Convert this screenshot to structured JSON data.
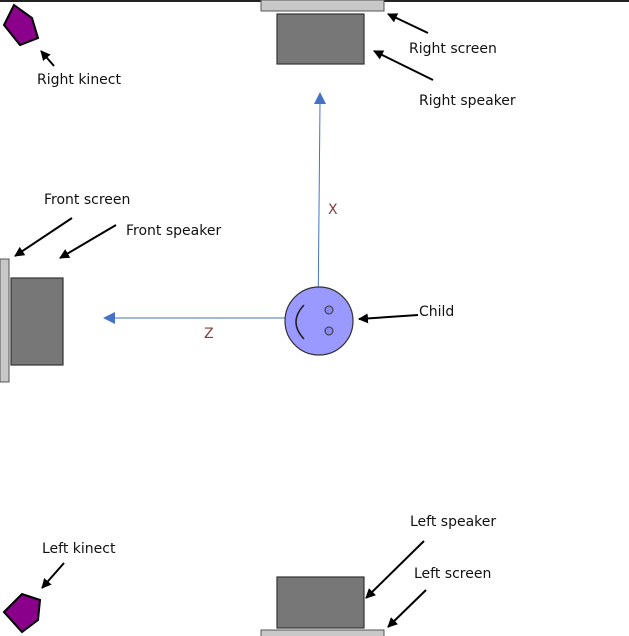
{
  "labels": {
    "right_kinect": "Right kinect",
    "right_screen": "Right screen",
    "right_speaker": "Right speaker",
    "front_screen": "Front screen",
    "front_speaker": "Front speaker",
    "child": "Child",
    "left_speaker": "Left speaker",
    "left_screen": "Left screen",
    "left_kinect": "Left kinect"
  },
  "axes": {
    "x": "X",
    "z": "Z"
  },
  "colors": {
    "kinect": "#8b008b",
    "speaker": "#777777",
    "screen": "#c8c8c8",
    "child": "#9999ff",
    "axis": "#4472c4"
  }
}
